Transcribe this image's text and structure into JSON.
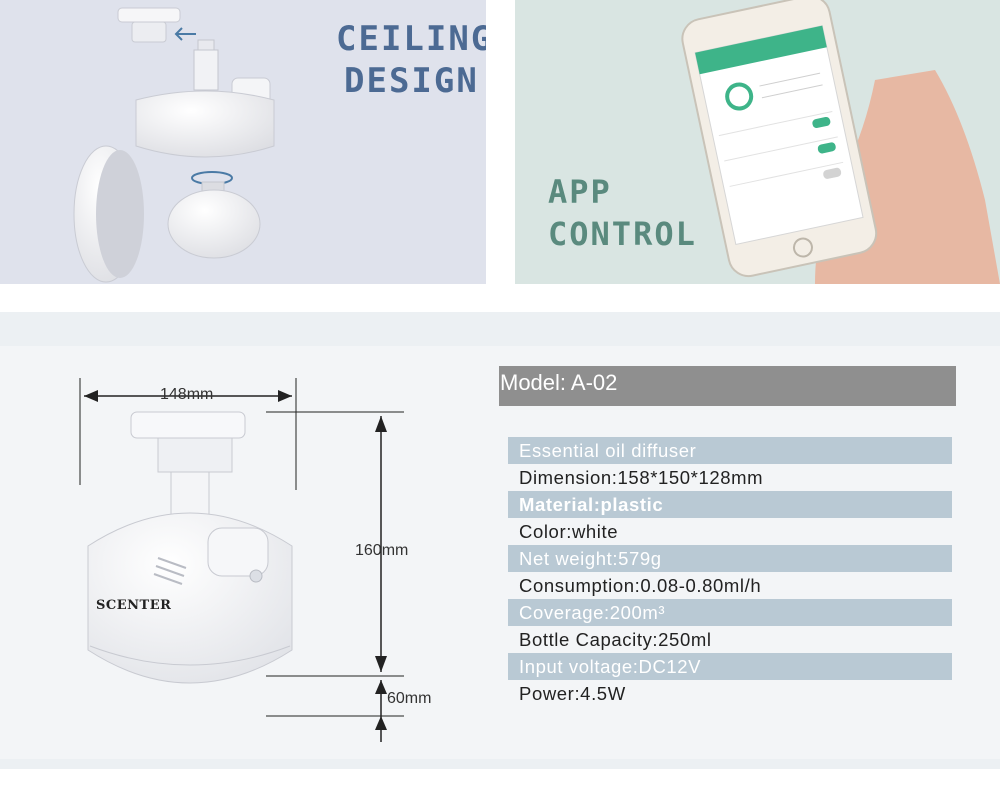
{
  "ceiling": {
    "line1": "CEILING",
    "line2": "DESIGN"
  },
  "app": {
    "line1": "APP",
    "line2": "CONTROL"
  },
  "dimensions": {
    "width": "148mm",
    "height": "160mm",
    "bottle": "60mm"
  },
  "brand": "SCENTER",
  "model": "Model: A-02",
  "specs": [
    "Essential oil diffuser",
    "Dimension:158*150*128mm",
    "Material:plastic",
    "Color:white",
    "Net weight:579g",
    "Consumption:0.08-0.80ml/h",
    "Coverage:200m³",
    "Bottle Capacity:250ml",
    "Input voltage:DC12V",
    "Power:4.5W"
  ]
}
